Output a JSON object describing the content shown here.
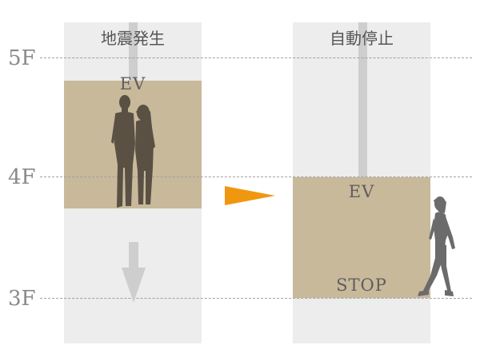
{
  "floors": {
    "f5": "5F",
    "f4": "4F",
    "f3": "3F"
  },
  "panels": {
    "left": {
      "title": "地震発生",
      "cab_label": "EV"
    },
    "right": {
      "title": "自動停止",
      "cab_label": "EV",
      "stop_label": "STOP"
    }
  },
  "icons": {
    "transition": "right-triangle-arrow-icon",
    "direction": "down-arrow-icon",
    "people": "couple-silhouette-icon",
    "walker": "walking-woman-silhouette-icon"
  },
  "colors": {
    "cab": "#c8b99b",
    "shaft": "#ecedec",
    "silhouette": "#5a5044",
    "walker": "#6b6b6b",
    "accent_arrow": "#f0960f",
    "down_arrow": "#cdcecd"
  }
}
